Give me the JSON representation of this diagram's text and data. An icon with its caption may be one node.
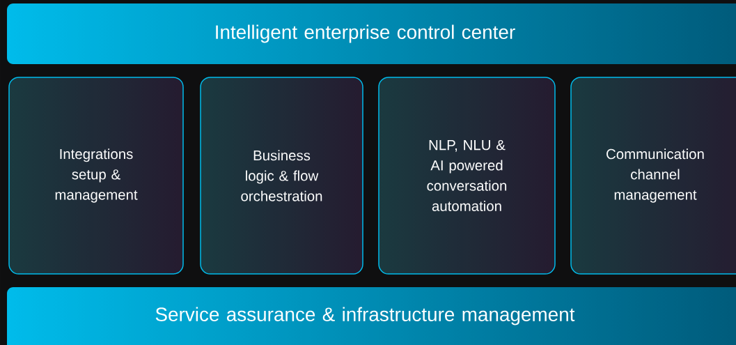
{
  "diagram": {
    "nodes": [
      {
        "text": [
          "Intelligent enterprise control center"
        ]
      },
      {
        "text": [
          "Integrations setup & management"
        ]
      },
      {
        "text": [
          "Business logic & flow orchestration"
        ]
      },
      {
        "text": [
          "NLP, NLU & AI powered conversation automation"
        ]
      },
      {
        "text": [
          "Communication channel management"
        ]
      },
      {
        "text": [
          "Service assurance & infrastructure management"
        ]
      }
    ]
  }
}
